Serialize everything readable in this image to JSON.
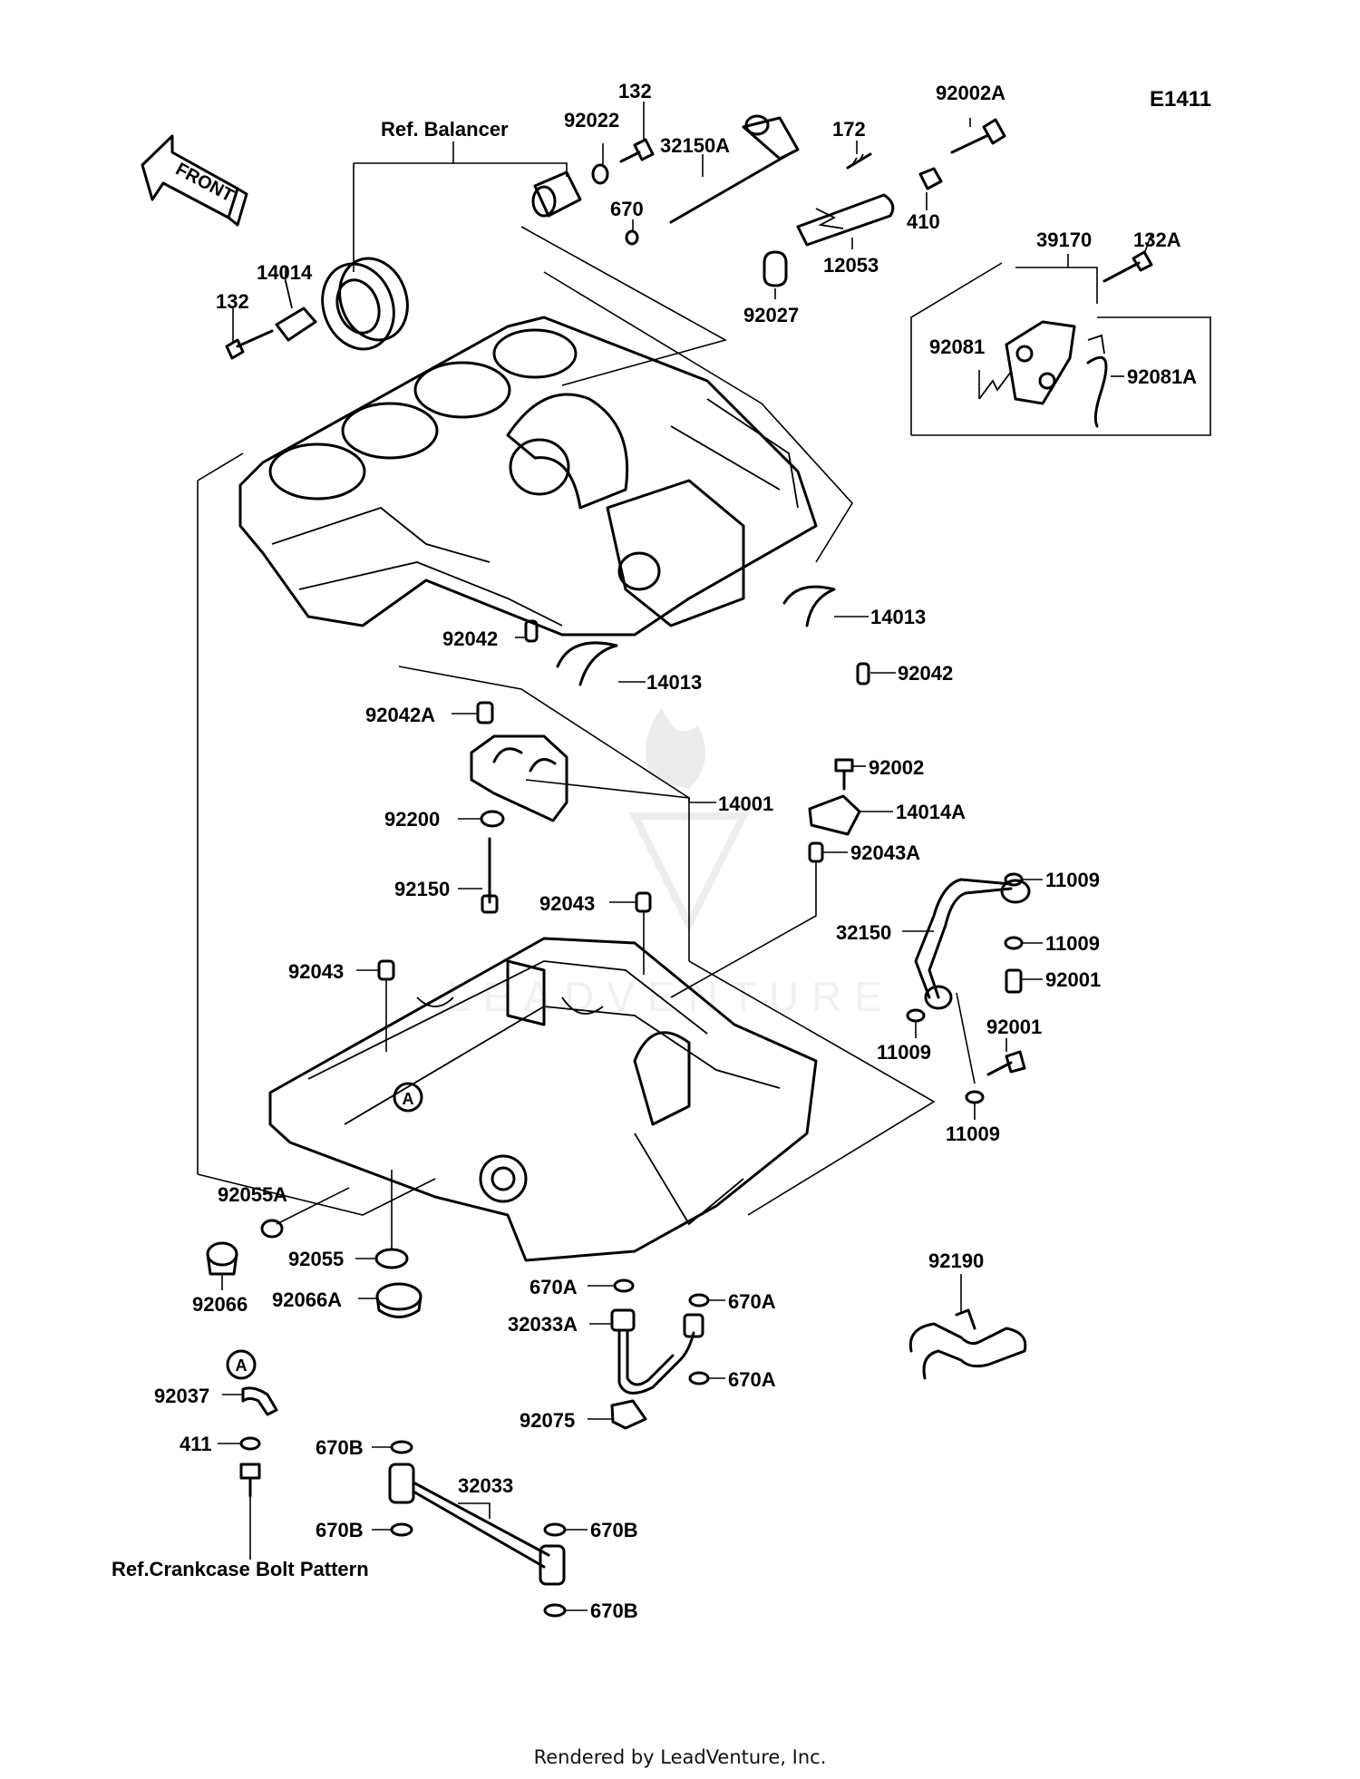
{
  "diagram_code": "E1411",
  "front_label": "FRONT",
  "ref_balancer": "Ref. Balancer",
  "ref_bolt_pattern": "Ref.Crankcase Bolt Pattern",
  "footer": "Rendered by LeadVenture, Inc.",
  "watermark": "LEADVENTURE",
  "circle_marker": "A",
  "parts": {
    "p92002A": "92002A",
    "p132_top": "132",
    "p92022": "92022",
    "p32150A": "32150A",
    "p172": "172",
    "p670_top": "670",
    "p410": "410",
    "p12053": "12053",
    "p92027": "92027",
    "p39170": "39170",
    "p132A": "132A",
    "p92081": "92081",
    "p92081A": "92081A",
    "p14014": "14014",
    "p132_left": "132",
    "p92042_left": "92042",
    "p14013_mid": "14013",
    "p14013_right": "14013",
    "p92042_right": "92042",
    "p92042A": "92042A",
    "p14001": "14001",
    "p92002": "92002",
    "p14014A": "14014A",
    "p92200": "92200",
    "p92043A": "92043A",
    "p92150": "92150",
    "p92043_mid": "92043",
    "p11009_a": "11009",
    "p32150": "32150",
    "p11009_b": "11009",
    "p92043_left": "92043",
    "p92001_a": "92001",
    "p11009_c": "11009",
    "p92001_b": "92001",
    "p11009_d": "11009",
    "p92055A": "92055A",
    "p92055": "92055",
    "p92066": "92066",
    "p92066A": "92066A",
    "p92190": "92190",
    "p670A_a": "670A",
    "p670A_b": "670A",
    "p32033A": "32033A",
    "p670A_c": "670A",
    "p92075": "92075",
    "p92037": "92037",
    "p411": "411",
    "p670B_a": "670B",
    "p32033": "32033",
    "p670B_b": "670B",
    "p670B_c": "670B",
    "p670B_d": "670B"
  }
}
